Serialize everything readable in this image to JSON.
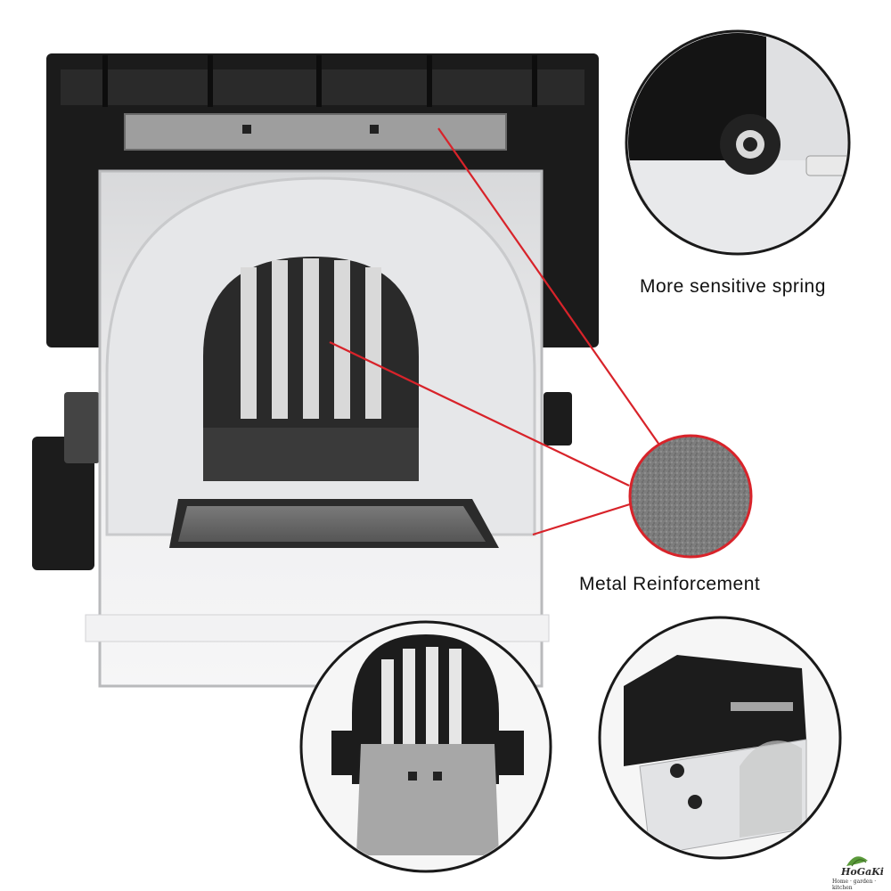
{
  "annotations": {
    "spring_label": "More sensitive spring",
    "metal_label": "Metal Reinforcement"
  },
  "brand": {
    "name": "HoGaKi",
    "tagline": "Home · garden · kitchen"
  },
  "colors": {
    "callout_line": "#d8232a",
    "trap_black": "#1b1b1b",
    "metal_plate": "#9a9a9a",
    "clear_plastic": "#e9eaec"
  }
}
